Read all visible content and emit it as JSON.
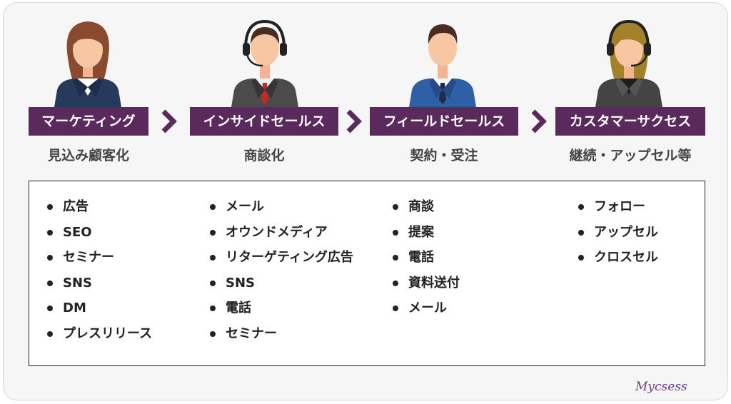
{
  "stages": [
    {
      "role": "マーケティング",
      "goal": "見込み顧客化",
      "person": "woman-business-icon",
      "activities": [
        "広告",
        "SEO",
        "セミナー",
        "SNS",
        "DM",
        "プレスリリース"
      ]
    },
    {
      "role": "インサイドセールス",
      "goal": "商談化",
      "person": "man-headset-icon",
      "activities": [
        "メール",
        "オウンドメディア",
        "リターゲティング広告",
        "SNS",
        "電話",
        "セミナー"
      ]
    },
    {
      "role": "フィールドセールス",
      "goal": "契約・受注",
      "person": "man-business-icon",
      "activities": [
        "商談",
        "提案",
        "電話",
        "資料送付",
        "メール"
      ]
    },
    {
      "role": "カスタマーサクセス",
      "goal": "継続・アップセル等",
      "person": "woman-headset-icon",
      "activities": [
        "フォロー",
        "アップセル",
        "クロスセル"
      ]
    }
  ],
  "colors": {
    "role_bg": "#5a2a5c",
    "arrow": "#5a2a5c",
    "text": "#222222"
  },
  "logo": "Mycsess"
}
